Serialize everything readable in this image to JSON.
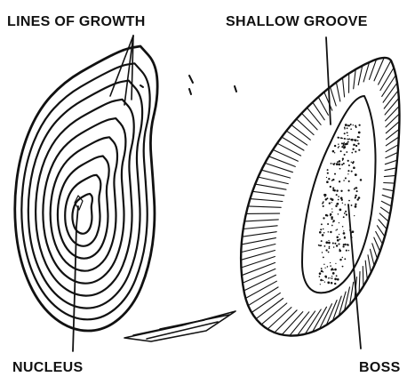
{
  "labels": {
    "lines_of_growth": "LINES OF GROWTH",
    "shallow_groove": "SHALLOW GROOVE",
    "nucleus": "NUCLEUS",
    "boss": "BOSS"
  },
  "colors": {
    "ink": "#111111",
    "paper": "#ffffff"
  }
}
